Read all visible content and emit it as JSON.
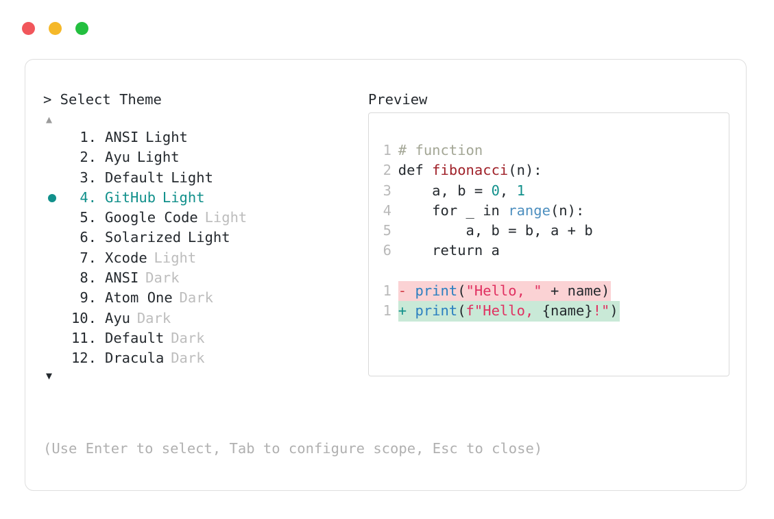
{
  "window": {
    "traffic_lights": [
      {
        "name": "close",
        "color": "#f1565b"
      },
      {
        "name": "minimize",
        "color": "#f5b829"
      },
      {
        "name": "zoom",
        "color": "#23bf3f"
      }
    ]
  },
  "left": {
    "heading": "> Select Theme",
    "scroll_up_icon": "▲",
    "scroll_down_icon": "▼",
    "scroll_up_enabled": false,
    "scroll_down_enabled": true,
    "selected_index": 4,
    "selection_marker": "●",
    "accent_color": "#11908b",
    "items": [
      {
        "index": "1.",
        "name": "ANSI",
        "variant": "Light",
        "variant_dim": false
      },
      {
        "index": "2.",
        "name": "Ayu",
        "variant": "Light",
        "variant_dim": false
      },
      {
        "index": "3.",
        "name": "Default",
        "variant": "Light",
        "variant_dim": false
      },
      {
        "index": "4.",
        "name": "GitHub",
        "variant": "Light",
        "variant_dim": false
      },
      {
        "index": "5.",
        "name": "Google Code",
        "variant": "Light",
        "variant_dim": true
      },
      {
        "index": "6.",
        "name": "Solarized",
        "variant": "Light",
        "variant_dim": false
      },
      {
        "index": "7.",
        "name": "Xcode",
        "variant": "Light",
        "variant_dim": true
      },
      {
        "index": "8.",
        "name": "ANSI",
        "variant": "Dark",
        "variant_dim": true
      },
      {
        "index": "9.",
        "name": "Atom One",
        "variant": "Dark",
        "variant_dim": true
      },
      {
        "index": "10.",
        "name": "Ayu",
        "variant": "Dark",
        "variant_dim": true
      },
      {
        "index": "11.",
        "name": "Default",
        "variant": "Dark",
        "variant_dim": true
      },
      {
        "index": "12.",
        "name": "Dracula",
        "variant": "Dark",
        "variant_dim": true
      }
    ]
  },
  "footer": {
    "hint": "(Use Enter to select, Tab to configure scope, Esc to close)"
  },
  "right": {
    "heading": "Preview",
    "code": [
      {
        "ln": "1",
        "tokens": [
          {
            "t": "# function",
            "c": "comment"
          }
        ]
      },
      {
        "ln": "2",
        "tokens": [
          {
            "t": "def ",
            "c": "keyword"
          },
          {
            "t": "fibonacci",
            "c": "func"
          },
          {
            "t": "(n):",
            "c": "plain"
          }
        ]
      },
      {
        "ln": "3",
        "tokens": [
          {
            "t": "    a, b = ",
            "c": "plain"
          },
          {
            "t": "0",
            "c": "num"
          },
          {
            "t": ", ",
            "c": "plain"
          },
          {
            "t": "1",
            "c": "num"
          }
        ]
      },
      {
        "ln": "4",
        "tokens": [
          {
            "t": "    for _ in ",
            "c": "plain"
          },
          {
            "t": "range",
            "c": "builtin"
          },
          {
            "t": "(n):",
            "c": "plain"
          }
        ]
      },
      {
        "ln": "5",
        "tokens": [
          {
            "t": "        a, b = b, a + b",
            "c": "plain"
          }
        ]
      },
      {
        "ln": "6",
        "tokens": [
          {
            "t": "    return a",
            "c": "plain"
          }
        ]
      }
    ],
    "diff": [
      {
        "ln": "1",
        "kind": "del",
        "sign": "-",
        "tokens": [
          {
            "t": "print",
            "c": "call"
          },
          {
            "t": "(",
            "c": "plain"
          },
          {
            "t": "\"Hello, \"",
            "c": "string"
          },
          {
            "t": " + name)",
            "c": "plain"
          }
        ]
      },
      {
        "ln": "1",
        "kind": "add",
        "sign": "+",
        "tokens": [
          {
            "t": "print",
            "c": "call"
          },
          {
            "t": "(",
            "c": "plain"
          },
          {
            "t": "f\"Hello, ",
            "c": "string"
          },
          {
            "t": "{name}",
            "c": "plain"
          },
          {
            "t": "!\"",
            "c": "string"
          },
          {
            "t": ")",
            "c": "plain"
          }
        ]
      }
    ]
  }
}
